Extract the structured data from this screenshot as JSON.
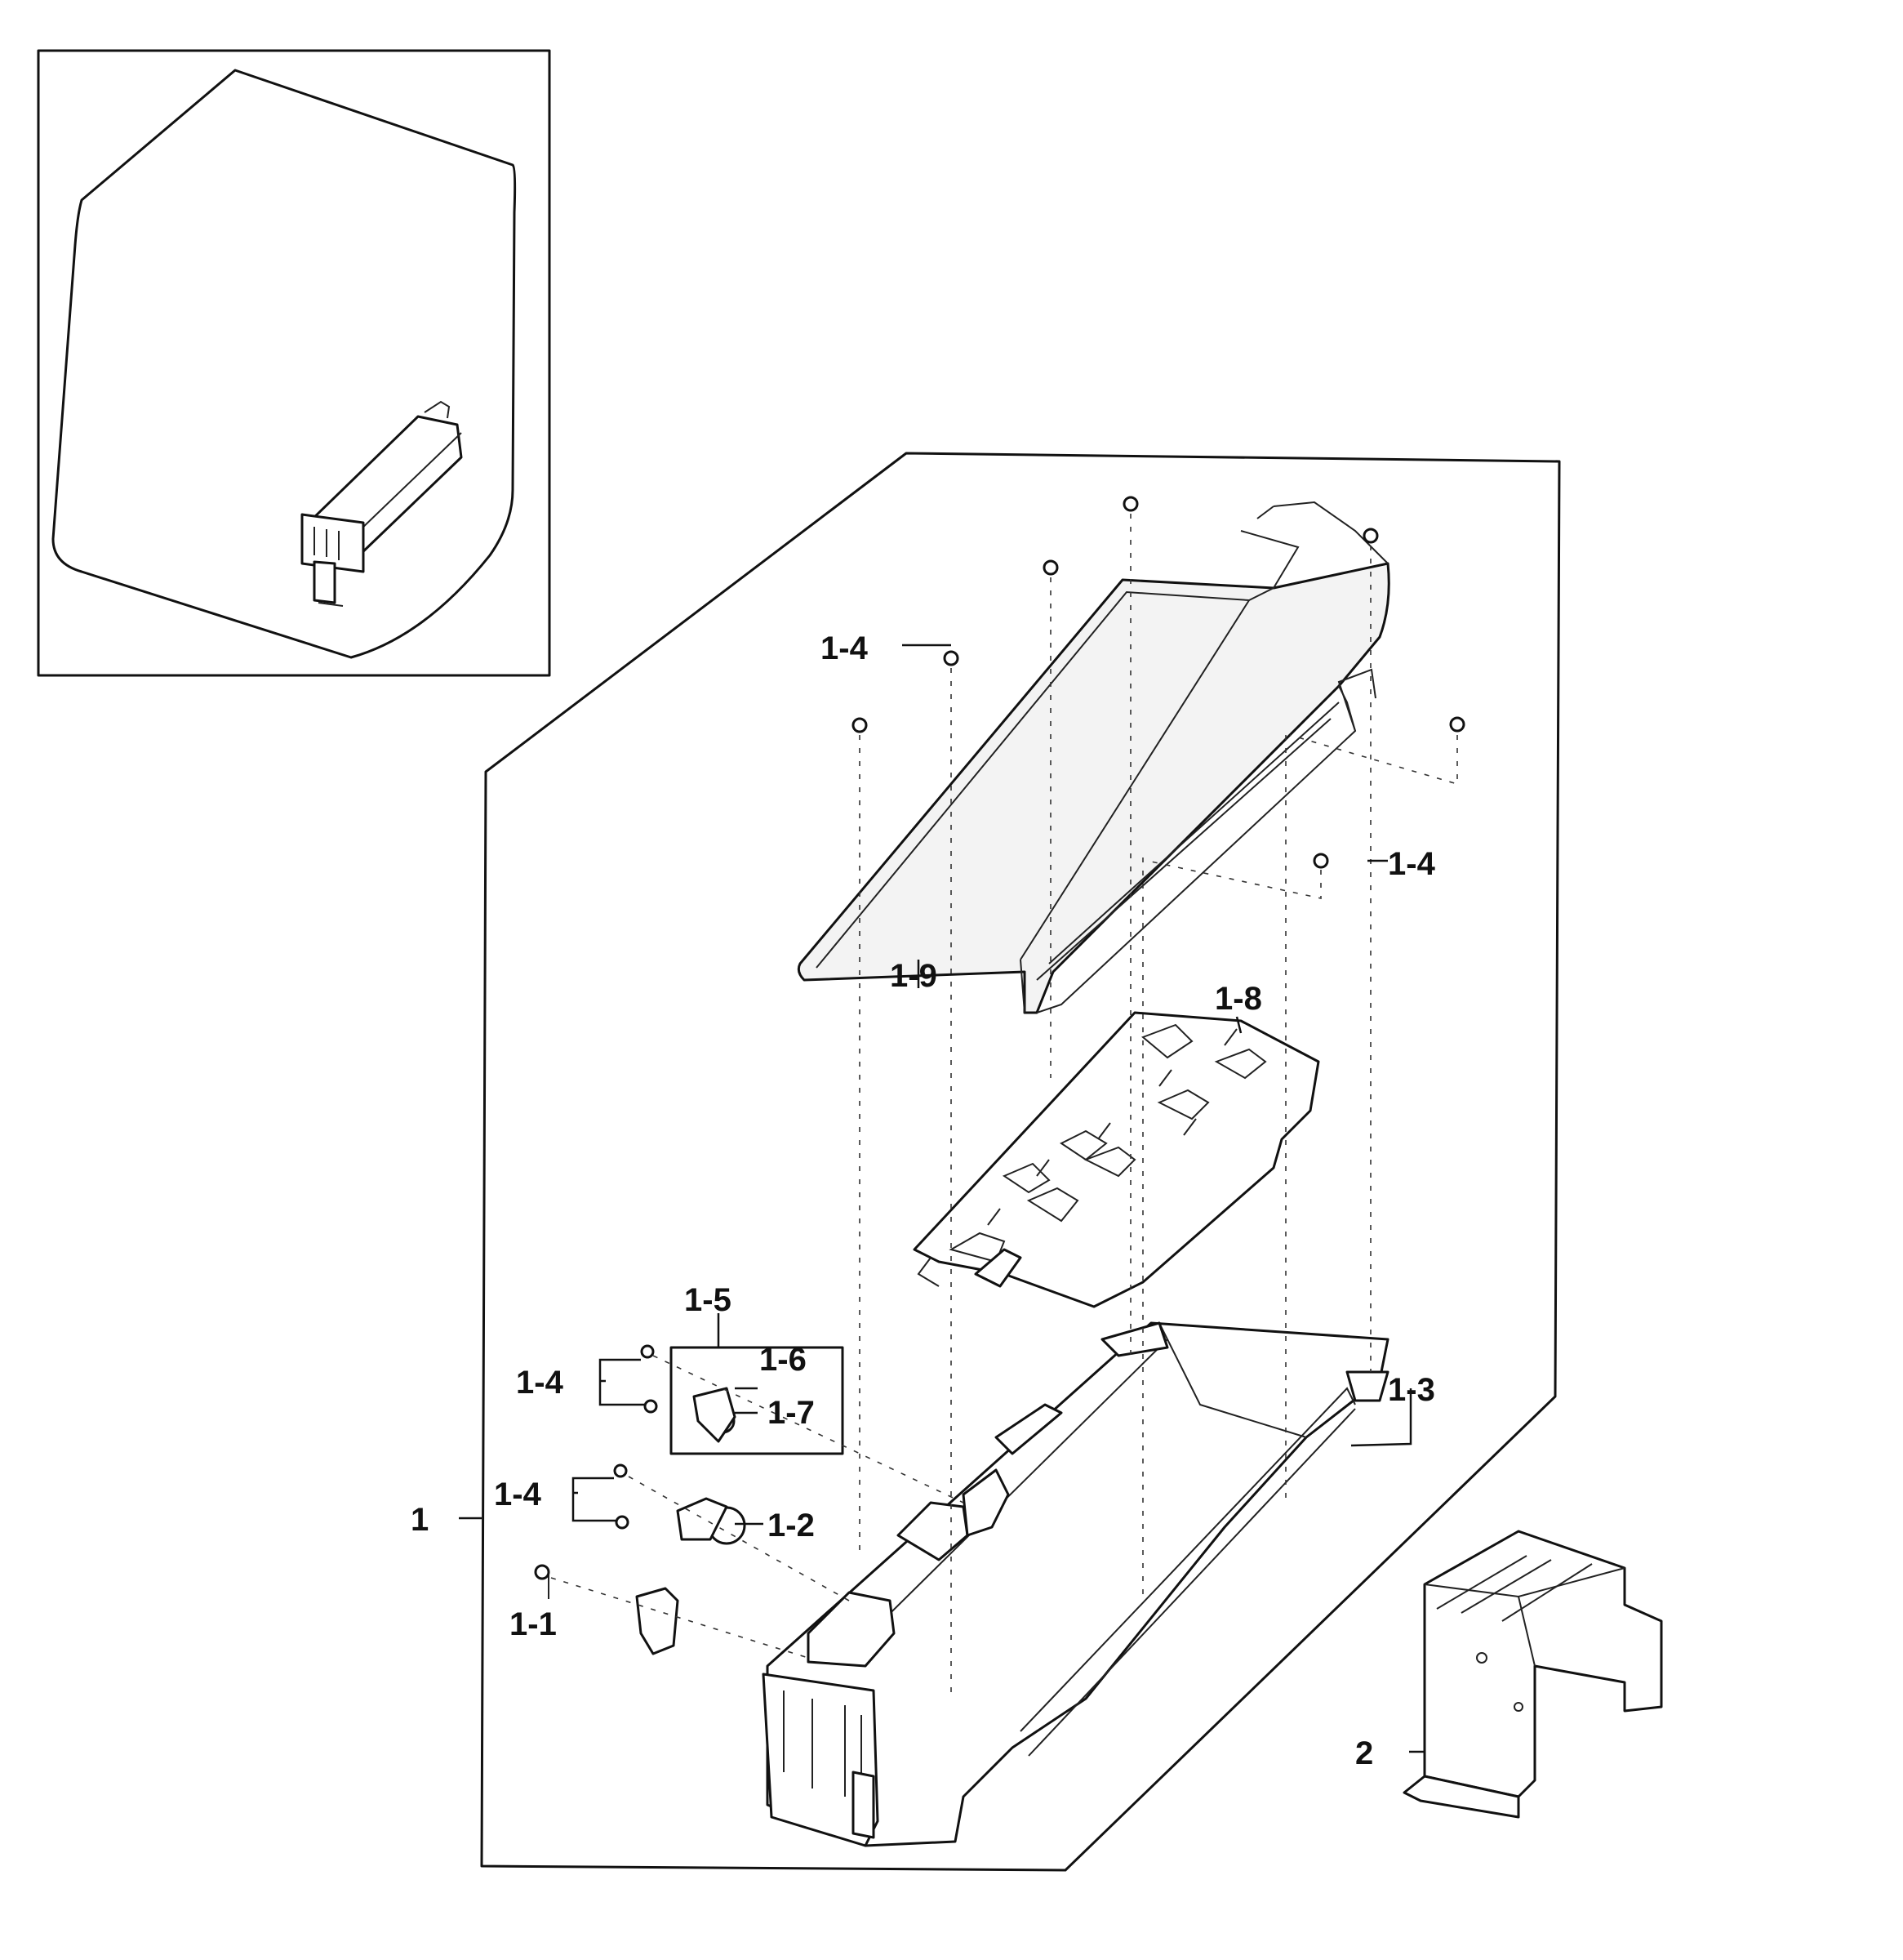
{
  "labels": {
    "main_assembly": "1",
    "bracket": "2",
    "part_1_1": "1-1",
    "part_1_2": "1-2",
    "part_1_3": "1-3",
    "screw_thermostat_a": "1-4",
    "screw_thermostat_b": "1-4",
    "screw_top_left": "1-4",
    "screw_top_right": "1-4",
    "part_1_5": "1-5",
    "part_1_6": "1-6",
    "part_1_7": "1-7",
    "part_1_8": "1-8",
    "part_1_9": "1-9"
  }
}
